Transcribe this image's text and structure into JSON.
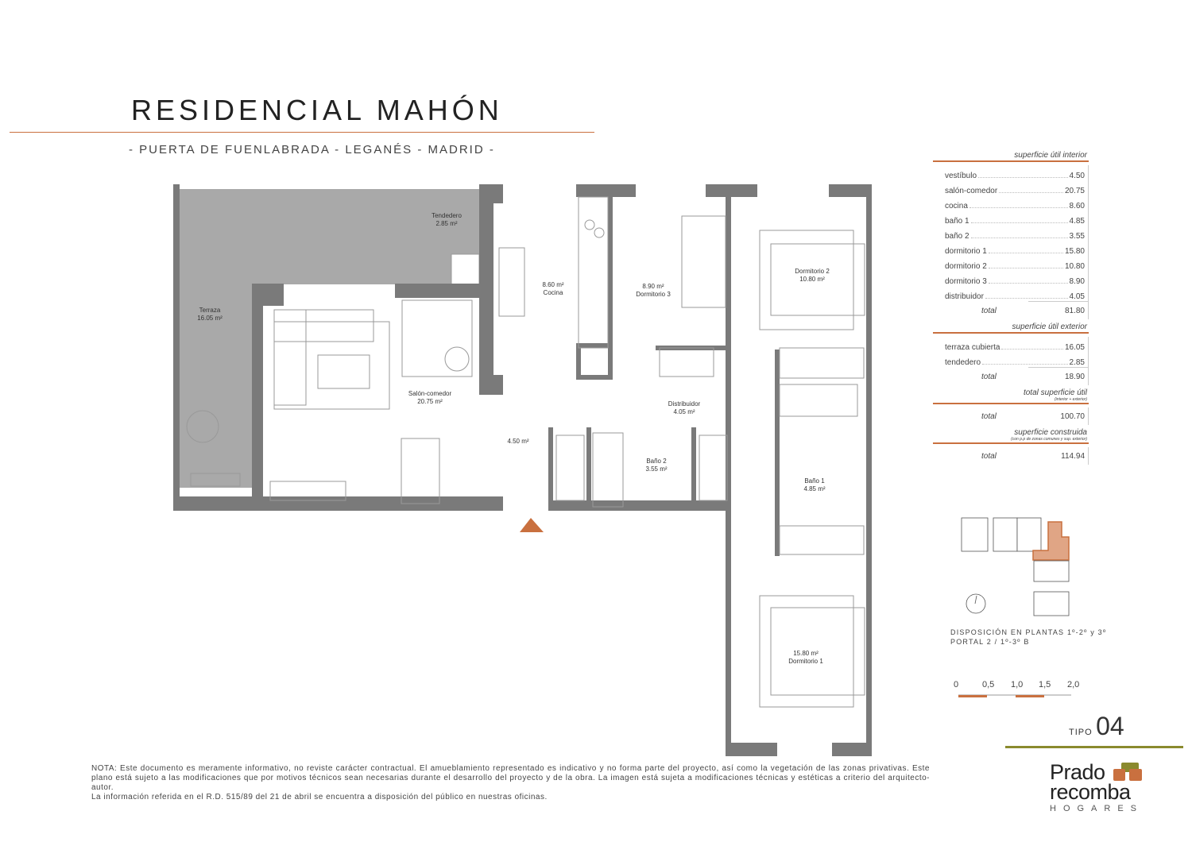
{
  "header": {
    "title": "RESIDENCIAL MAHÓN",
    "subtitle": "- PUERTA DE FUENLABRADA - LEGANÉS - MADRID -"
  },
  "rooms": [
    {
      "name": "Tendedero",
      "area": "2.85 m²"
    },
    {
      "name": "Terraza",
      "area": "16.05 m²"
    },
    {
      "name": "Cocina",
      "area": "8.60 m²"
    },
    {
      "name": "Dormitorio 3",
      "area": "8.90 m²"
    },
    {
      "name": "Dormitorio 2",
      "area": "10.80 m²"
    },
    {
      "name": "Salón-comedor",
      "area": "20.75 m²"
    },
    {
      "name": "Distribuidor",
      "area": "4.05 m²"
    },
    {
      "name": "",
      "area": "4.50 m²"
    },
    {
      "name": "Baño 2",
      "area": "3.55 m²"
    },
    {
      "name": "Baño 1",
      "area": "4.85 m²"
    },
    {
      "name": "Dormitorio 1",
      "area": "15.80 m²"
    }
  ],
  "surfaces": {
    "interior": {
      "heading": "superficie útil interior",
      "rows": [
        {
          "label": "vestíbulo",
          "value": "4.50"
        },
        {
          "label": "salón-comedor",
          "value": "20.75"
        },
        {
          "label": "cocina",
          "value": "8.60"
        },
        {
          "label": "baño 1",
          "value": "4.85"
        },
        {
          "label": "baño 2",
          "value": "3.55"
        },
        {
          "label": "dormitorio 1",
          "value": "15.80"
        },
        {
          "label": "dormitorio 2",
          "value": "10.80"
        },
        {
          "label": "dormitorio 3",
          "value": "8.90"
        },
        {
          "label": "distribuidor",
          "value": "4.05"
        }
      ],
      "total_label": "total",
      "total": "81.80"
    },
    "exterior": {
      "heading": "superficie útil exterior",
      "rows": [
        {
          "label": "terraza cubierta",
          "value": "16.05"
        },
        {
          "label": "tendedero",
          "value": "2.85"
        }
      ],
      "total_label": "total",
      "total": "18.90"
    },
    "util": {
      "heading": "total superficie útil",
      "sub": "(interior + exterior)",
      "total_label": "total",
      "total": "100.70"
    },
    "construida": {
      "heading": "superficie construida",
      "sub": "(con p.p de zonas comunes y sup. exterior)",
      "total_label": "total",
      "total": "114.94"
    }
  },
  "disposition": {
    "line1": "DISPOSICIÓN EN PLANTAS 1º-2º y 3º",
    "line2": "PORTAL 2 /  1º-3º B"
  },
  "scale": {
    "ticks": [
      "0",
      "0,5",
      "1,0",
      "1,5",
      "2,0"
    ]
  },
  "tipo": {
    "label": "TIPO",
    "number": "04"
  },
  "logo": {
    "line1": "Prado",
    "line2": "recomba",
    "line3": "HOGARES"
  },
  "note": {
    "lines": [
      "NOTA: Este documento es meramente informativo, no reviste carácter contractual.  El amueblamiento representado es indicativo y no forma parte del proyecto, así como la vegetación de las zonas privativas. Este plano está sujeto a las modificaciones que por motivos técnicos sean necesarias durante el desarrollo del proyecto y de la obra. La imagen está sujeta a modificaciones técnicas y estéticas a criterio del arquitecto-autor.",
      "La información referida en el R.D. 515/89 del 21 de abril se encuentra a disposición del público en nuestras oficinas."
    ]
  },
  "colors": {
    "accent": "#c9703f",
    "wall": "#777777",
    "terrace": "#a9a9a9",
    "olive": "#8a8a2e"
  }
}
